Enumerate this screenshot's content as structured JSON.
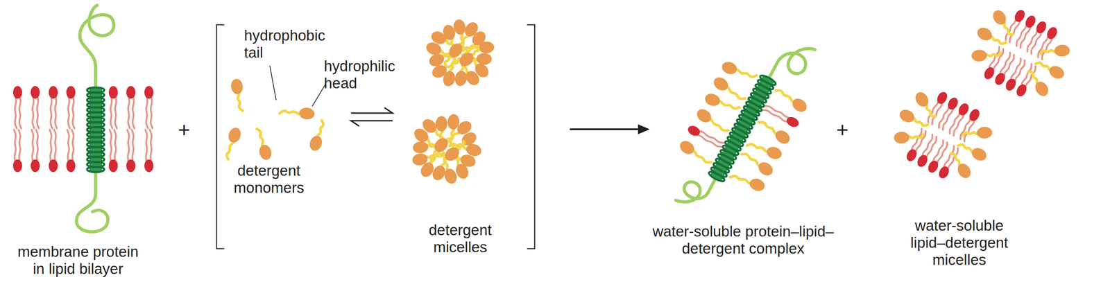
{
  "diagram": {
    "labels": [
      "hydrophobic tail",
      "hydrophilic head",
      "membrane protein in lipid bilayer",
      "+",
      "detergent monomers",
      "detergent micelles",
      "water-soluble protein–lipid–detergent complex",
      "+",
      "water-soluble lipid–detergent micelles"
    ]
  }
}
